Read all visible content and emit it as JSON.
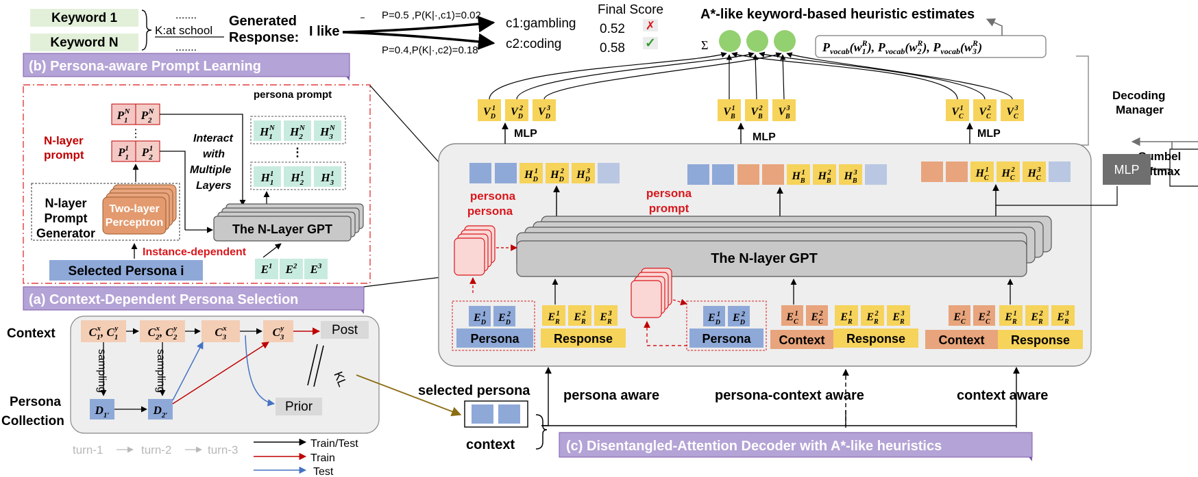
{
  "top": {
    "keyword1": "Keyword 1",
    "keywordN": "Keyword N",
    "dots1": ".......",
    "dots2": ".......",
    "kat": "K:at school",
    "generated_1": "Generated",
    "generated_2": "Response:",
    "ilike": "I like",
    "p1": "P=0.5 ,P(K|·,c1)=0.02",
    "p2": "P=0.4,P(K|·,c2)=0.18",
    "c1": "c1:gambling",
    "c2": "c2:coding",
    "final_score": "Final Score",
    "score1": "0.52",
    "score2": "0.58",
    "mark_bad": "✗",
    "mark_good": "✓"
  },
  "astar": {
    "title": "A*-like keyword-based heuristic estimates",
    "sigma": "Σ",
    "pvocab_open": "(",
    "pvocab_close": ")",
    "pvocab_sep": ", ",
    "pvocab_P": "P",
    "pvocab_sub": "vocab",
    "pvocab_w": "w",
    "pvocab_sup": "R",
    "pvocab_idx": [
      "1",
      "2",
      "3"
    ],
    "decoding_1": "Decoding",
    "decoding_2": "Manager",
    "gumbel_1": "Gumbel",
    "gumbel_2": "Softmax",
    "mlp": "MLP"
  },
  "panel_b": {
    "title": "(b) Persona-aware Prompt Learning",
    "nlayer_1": "N-layer",
    "nlayer_2": "prompt",
    "persona_prompt": "persona prompt",
    "interact_1": "Interact",
    "interact_2": "with",
    "interact_3": "Multiple",
    "interact_4": "Layers",
    "gen_1": "N-layer",
    "gen_2": "Prompt",
    "gen_3": "Generator",
    "perc_1": "Two-layer",
    "perc_2": "Perceptron",
    "gpt": "The N-Layer GPT",
    "instance": "Instance-dependent",
    "selected": "Selected Persona i",
    "P": "P",
    "H": "H",
    "E": "E",
    "sup_N": "N",
    "sub_1": "1",
    "sub_2": "2",
    "sub_3": "3",
    "vdots": "⋮",
    "vdots2": "⋮"
  },
  "panel_a": {
    "title": "(a) Context-Dependent Persona Selection",
    "context": "Context",
    "persona_1": "Persona",
    "persona_2": "Collection",
    "C": "C",
    "D": "D",
    "sup_x": "x",
    "sup_y": "y",
    "sub_1": "1",
    "sub_2": "2",
    "sub_3": "3",
    "sub_1p": "1′",
    "sub_2p": "2′",
    "sep": ", ",
    "post": "Post",
    "prior": "Prior",
    "sampling": "sampling",
    "kl": "KL",
    "turn1": "turn-1",
    "turn2": "turn-2",
    "turn3": "turn-3",
    "legend": [
      "Train/Test",
      "Train",
      "Test"
    ]
  },
  "panel_c": {
    "title": "(c) Disentangled-Attention Decoder with A*-like heuristics",
    "gpt": "The N-layer GPT",
    "persona_prompt_1": "persona",
    "persona_prompt_2": "prompt",
    "mlp": "MLP",
    "persona": "Persona",
    "response": "Response",
    "context": "Context",
    "persona_aware": "persona aware",
    "pc_aware": "persona-context aware",
    "context_aware": "context aware",
    "selected_persona": "selected persona",
    "context_label": "context",
    "V": "V",
    "H": "H",
    "E": "E",
    "sup": [
      "D",
      "B",
      "C",
      "R"
    ],
    "sub": [
      "1",
      "2",
      "3"
    ]
  },
  "colors": {
    "green": "#e2f0d9",
    "purple": "#b4a3d6",
    "purple_dark": "#7e5bab",
    "yellow": "#f6d35a",
    "blue": "#8ea9d8",
    "blue_light": "#b9c7e2",
    "orange": "#e8a47c",
    "peach": "#f4cdb5",
    "pink": "#f4c7c5",
    "teal": "#c8ebdf",
    "gray": "#c8c8c8",
    "panel": "#eeeeee",
    "red": "#d9171c",
    "darkred": "#c00000",
    "blue_arrow": "#4472c4",
    "olive": "#8b6d12",
    "circle": "#93d06f"
  }
}
